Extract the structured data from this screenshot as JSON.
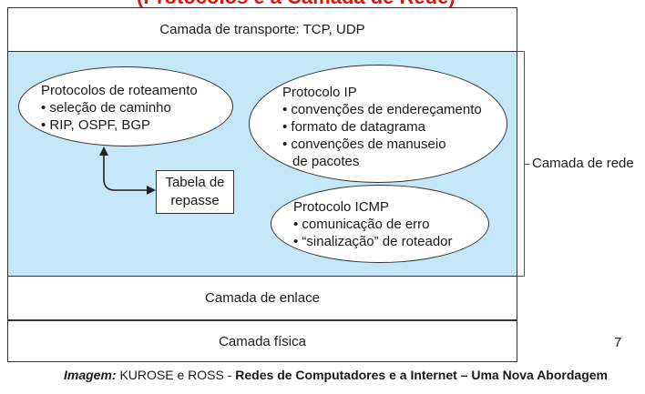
{
  "header": {
    "title_fragment": "(Protocolos e a Camada de Rede)"
  },
  "layers": {
    "transport": "Camada de transporte: TCP, UDP",
    "link": "Camada de enlace",
    "physical": "Camada física"
  },
  "network": {
    "routing": {
      "title": "Protocolos de roteamento",
      "items": [
        "seleção de caminho",
        "RIP, OSPF, BGP"
      ]
    },
    "ip": {
      "title": "Protocolo IP",
      "items": [
        "convenções de endereçamento",
        "formato de datagrama",
        "convenções de manuseio",
        "de pacotes"
      ]
    },
    "forwarding_table": {
      "line1": "Tabela de",
      "line2": "repasse"
    },
    "icmp": {
      "title": "Protocolo ICMP",
      "items": [
        "comunicação de erro",
        "“sinalização” de roteador"
      ]
    },
    "side_label": "Camada de rede"
  },
  "page_number": "7",
  "caption": {
    "prefix": "Imagem:",
    "authors": " KUROSE  e ROSS - ",
    "book": "Redes de Computadores e a Internet – Uma Nova Abordagem"
  }
}
